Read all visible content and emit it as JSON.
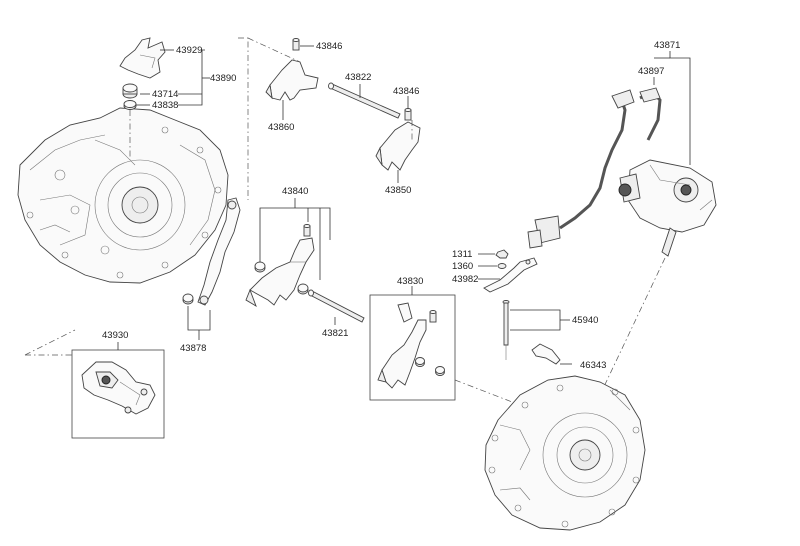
{
  "labels": {
    "p43929": "43929",
    "p43890": "43890",
    "p43714": "43714",
    "p43838": "43838",
    "p43846a": "43846",
    "p43822": "43822",
    "p43846b": "43846",
    "p43860": "43860",
    "p43850": "43850",
    "p43840": "43840",
    "p43878": "43878",
    "p43821": "43821",
    "p43830": "43830",
    "p43930": "43930",
    "p1311": "1311",
    "p1360": "1360",
    "p43982": "43982",
    "p45940": "45940",
    "p46343": "46343",
    "p43871": "43871",
    "p43897": "43897"
  }
}
